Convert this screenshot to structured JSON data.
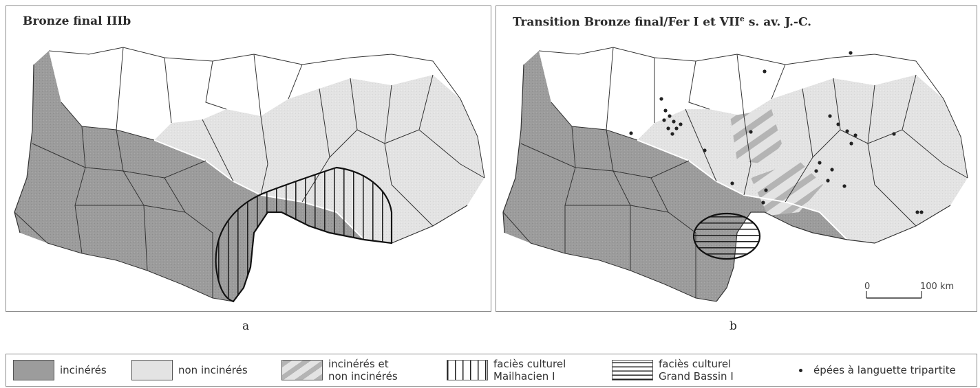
{
  "panel_a": {
    "title": "Bronze final IIIb",
    "letter": "a"
  },
  "panel_b": {
    "title_main": "Transition Bronze final/Fer I et VII",
    "title_sup": "e",
    "title_tail": " s. av. J.-C.",
    "letter": "b"
  },
  "scale": {
    "start": "0",
    "end": "100 km"
  },
  "legend": {
    "incineres": "incinérés",
    "non_incineres": "non incinérés",
    "mixed_line1": "incinérés et",
    "mixed_line2": "non incinérés",
    "mailhacien_line1": "faciès culturel",
    "mailhacien_line2": "Mailhacien I",
    "grand_bassin_line1": "faciès culturel",
    "grand_bassin_line2": "Grand Bassin I",
    "epees": "épées à languette tripartite"
  },
  "colors": {
    "dark": "#9a9a9a",
    "light": "#e2e2e2",
    "stripe": "#b8b8b8",
    "border": "#333333"
  }
}
